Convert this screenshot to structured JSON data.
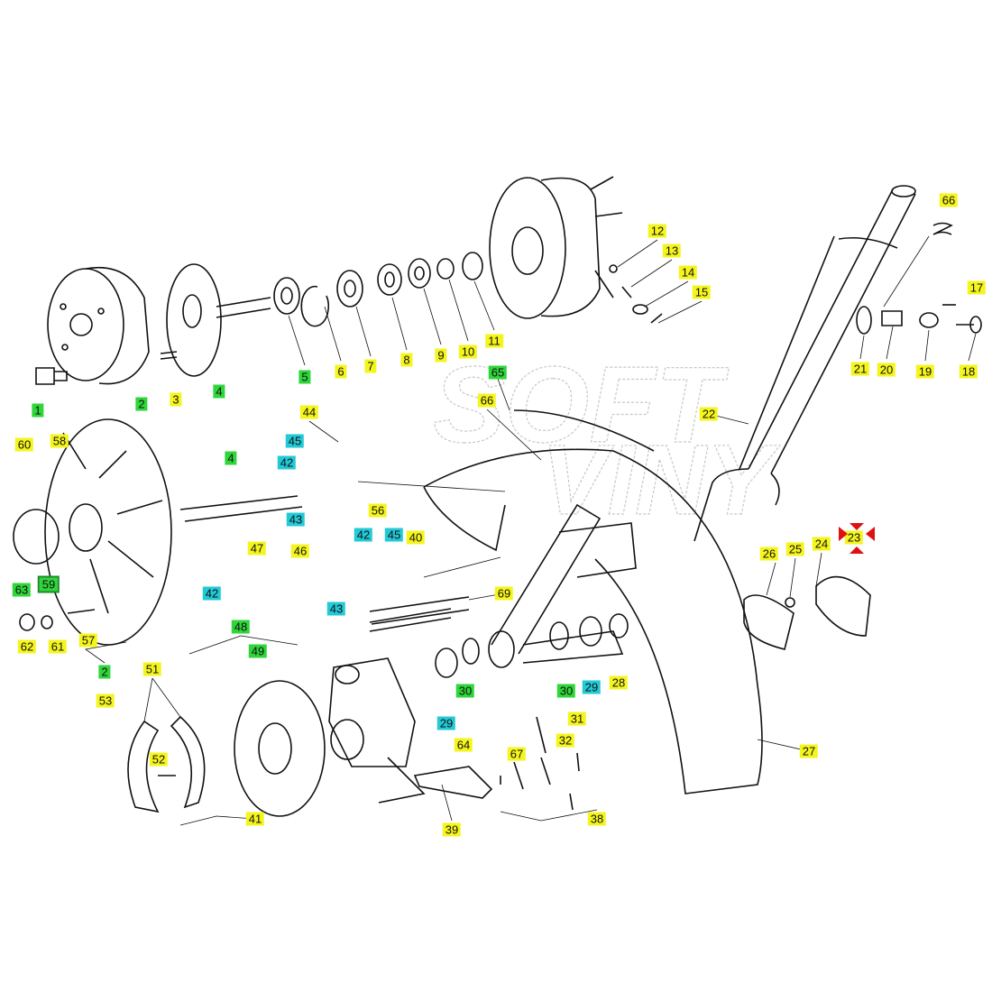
{
  "diagram": {
    "type": "exploded-parts-view",
    "watermark": "SOFT VINY",
    "colors": {
      "yellow": "#f5f51e",
      "green": "#2fd63a",
      "cyan": "#22c9d6",
      "marker": "#e01010"
    },
    "labels": [
      {
        "num": "1",
        "color": "green"
      },
      {
        "num": "2",
        "color": "green"
      },
      {
        "num": "3",
        "color": "yellow"
      },
      {
        "num": "4",
        "color": "green"
      },
      {
        "num": "5",
        "color": "green"
      },
      {
        "num": "6",
        "color": "yellow"
      },
      {
        "num": "7",
        "color": "yellow"
      },
      {
        "num": "8",
        "color": "yellow"
      },
      {
        "num": "9",
        "color": "yellow"
      },
      {
        "num": "10",
        "color": "yellow"
      },
      {
        "num": "11",
        "color": "yellow"
      },
      {
        "num": "12",
        "color": "yellow"
      },
      {
        "num": "13",
        "color": "yellow"
      },
      {
        "num": "14",
        "color": "yellow"
      },
      {
        "num": "15",
        "color": "yellow"
      },
      {
        "num": "66",
        "color": "yellow"
      },
      {
        "num": "17",
        "color": "yellow"
      },
      {
        "num": "18",
        "color": "yellow"
      },
      {
        "num": "19",
        "color": "yellow"
      },
      {
        "num": "20",
        "color": "yellow"
      },
      {
        "num": "21",
        "color": "yellow"
      },
      {
        "num": "22",
        "color": "yellow"
      },
      {
        "num": "65",
        "color": "green"
      },
      {
        "num": "66",
        "color": "yellow"
      },
      {
        "num": "44",
        "color": "yellow"
      },
      {
        "num": "45",
        "color": "cyan"
      },
      {
        "num": "42",
        "color": "cyan"
      },
      {
        "num": "43",
        "color": "cyan"
      },
      {
        "num": "60",
        "color": "yellow"
      },
      {
        "num": "58",
        "color": "yellow"
      },
      {
        "num": "4",
        "color": "green"
      },
      {
        "num": "56",
        "color": "yellow"
      },
      {
        "num": "42",
        "color": "cyan"
      },
      {
        "num": "45",
        "color": "cyan"
      },
      {
        "num": "40",
        "color": "yellow"
      },
      {
        "num": "47",
        "color": "yellow"
      },
      {
        "num": "46",
        "color": "yellow"
      },
      {
        "num": "42",
        "color": "cyan"
      },
      {
        "num": "43",
        "color": "cyan"
      },
      {
        "num": "69",
        "color": "yellow"
      },
      {
        "num": "26",
        "color": "yellow"
      },
      {
        "num": "25",
        "color": "yellow"
      },
      {
        "num": "24",
        "color": "yellow"
      },
      {
        "num": "23",
        "color": "yellow"
      },
      {
        "num": "63",
        "color": "green"
      },
      {
        "num": "59",
        "color": "green-outlined"
      },
      {
        "num": "62",
        "color": "yellow"
      },
      {
        "num": "61",
        "color": "yellow"
      },
      {
        "num": "57",
        "color": "yellow"
      },
      {
        "num": "2",
        "color": "green"
      },
      {
        "num": "48",
        "color": "green"
      },
      {
        "num": "49",
        "color": "green"
      },
      {
        "num": "51",
        "color": "yellow"
      },
      {
        "num": "53",
        "color": "yellow"
      },
      {
        "num": "52",
        "color": "yellow"
      },
      {
        "num": "41",
        "color": "yellow"
      },
      {
        "num": "30",
        "color": "green"
      },
      {
        "num": "30",
        "color": "green"
      },
      {
        "num": "29",
        "color": "cyan"
      },
      {
        "num": "28",
        "color": "yellow"
      },
      {
        "num": "29",
        "color": "cyan"
      },
      {
        "num": "31",
        "color": "yellow"
      },
      {
        "num": "64",
        "color": "yellow"
      },
      {
        "num": "67",
        "color": "yellow"
      },
      {
        "num": "32",
        "color": "yellow"
      },
      {
        "num": "27",
        "color": "yellow"
      },
      {
        "num": "39",
        "color": "yellow"
      },
      {
        "num": "38",
        "color": "yellow"
      }
    ]
  }
}
